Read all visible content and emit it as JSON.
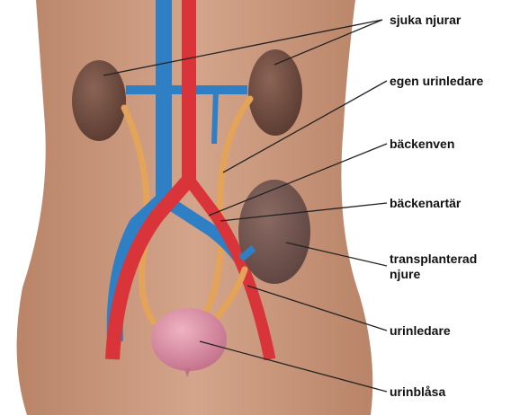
{
  "labels": {
    "sick_kidneys": "sjuka njurar",
    "own_ureter": "egen urinledare",
    "iliac_vein": "bäckenven",
    "iliac_artery": "bäckenartär",
    "transplanted_kidney": "transplanterad\nnjure",
    "ureter": "urinledare",
    "bladder": "urinblåsa"
  },
  "colors": {
    "skin": "#c9967a",
    "kidney": "#6e4b3f",
    "vein": "#2f7fc4",
    "artery": "#d9343a",
    "ureter": "#e3a45a",
    "bladder": "#d98aa0",
    "leader": "#222222"
  }
}
